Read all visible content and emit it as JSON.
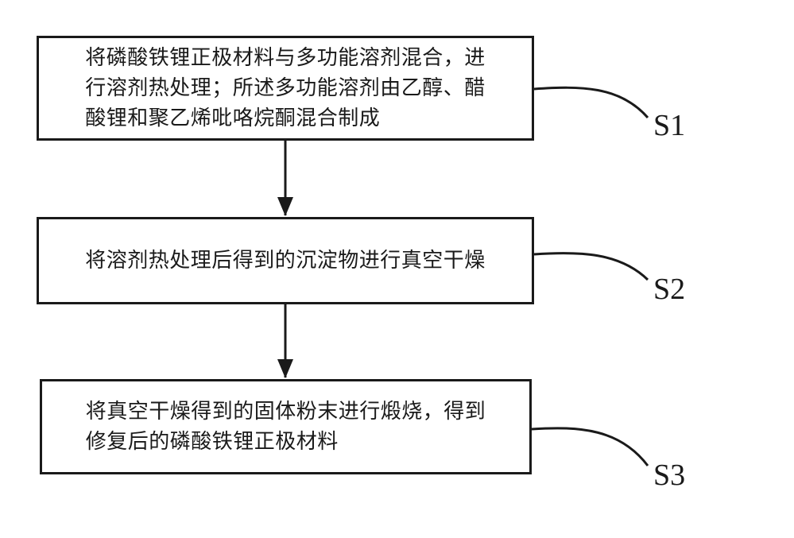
{
  "steps": [
    {
      "id": "S1",
      "lines": [
        "将磷酸铁锂正极材料与多功能溶剂混合，进",
        "行溶剂热处理；所述多功能溶剂由乙醇、醋",
        "酸锂和聚乙烯吡咯烷酮混合制成"
      ]
    },
    {
      "id": "S2",
      "lines": [
        "将溶剂热处理后得到的沉淀物进行真空干燥"
      ]
    },
    {
      "id": "S3",
      "lines": [
        "将真空干燥得到的固体粉末进行煅烧，得到",
        "修复后的磷酸铁锂正极材料"
      ]
    }
  ]
}
